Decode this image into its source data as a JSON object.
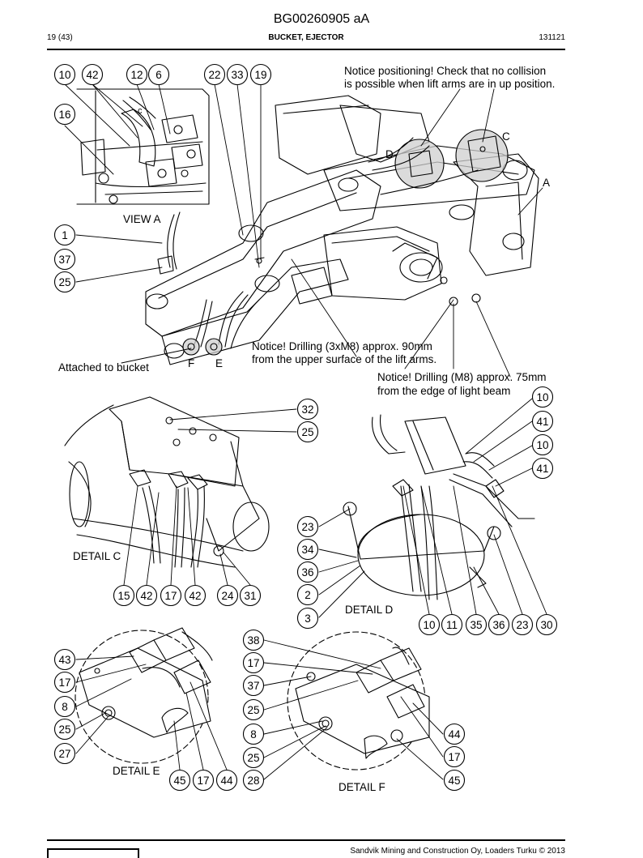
{
  "header": {
    "doc_code": "BG00260905 aA",
    "page": "19 (43)",
    "title": "BUCKET, EJECTOR",
    "doc_number": "131121"
  },
  "notes": {
    "collision_line1": "Notice positioning! Check that no collision",
    "collision_line2": "is possible when lift arms are in up position.",
    "drilling_3xm8_line1": "Notice! Drilling (3xM8) approx. 90mm",
    "drilling_3xm8_line2": "from the upper surface of the lift arms.",
    "drilling_m8_line1": "Notice! Drilling (M8) approx. 75mm",
    "drilling_m8_line2": "from the edge of light beam",
    "attached": "Attached to bucket"
  },
  "labels": {
    "view_a": "VIEW A",
    "detail_c": "DETAIL C",
    "detail_d": "DETAIL D",
    "detail_e": "DETAIL E",
    "detail_f": "DETAIL F",
    "c": "C",
    "d": "D",
    "a": "A",
    "e": "E",
    "f": "F",
    "c_small": "c"
  },
  "balloons": {
    "main": [
      "10",
      "42",
      "12",
      "6",
      "22",
      "33",
      "19",
      "16",
      "1",
      "37",
      "25"
    ],
    "detail_c": [
      "32",
      "25",
      "15",
      "42",
      "17",
      "42",
      "24",
      "31"
    ],
    "detail_d": [
      "10",
      "41",
      "10",
      "41",
      "23",
      "34",
      "36",
      "2",
      "3",
      "10",
      "11",
      "35",
      "36",
      "23",
      "30"
    ],
    "detail_e": [
      "43",
      "17",
      "8",
      "25",
      "27",
      "45",
      "17",
      "44"
    ],
    "detail_f": [
      "38",
      "17",
      "37",
      "25",
      "8",
      "25",
      "28",
      "44",
      "17",
      "45"
    ]
  },
  "footer": {
    "text": "Sandvik Mining and Construction Oy, Loaders Turku © 2013"
  }
}
